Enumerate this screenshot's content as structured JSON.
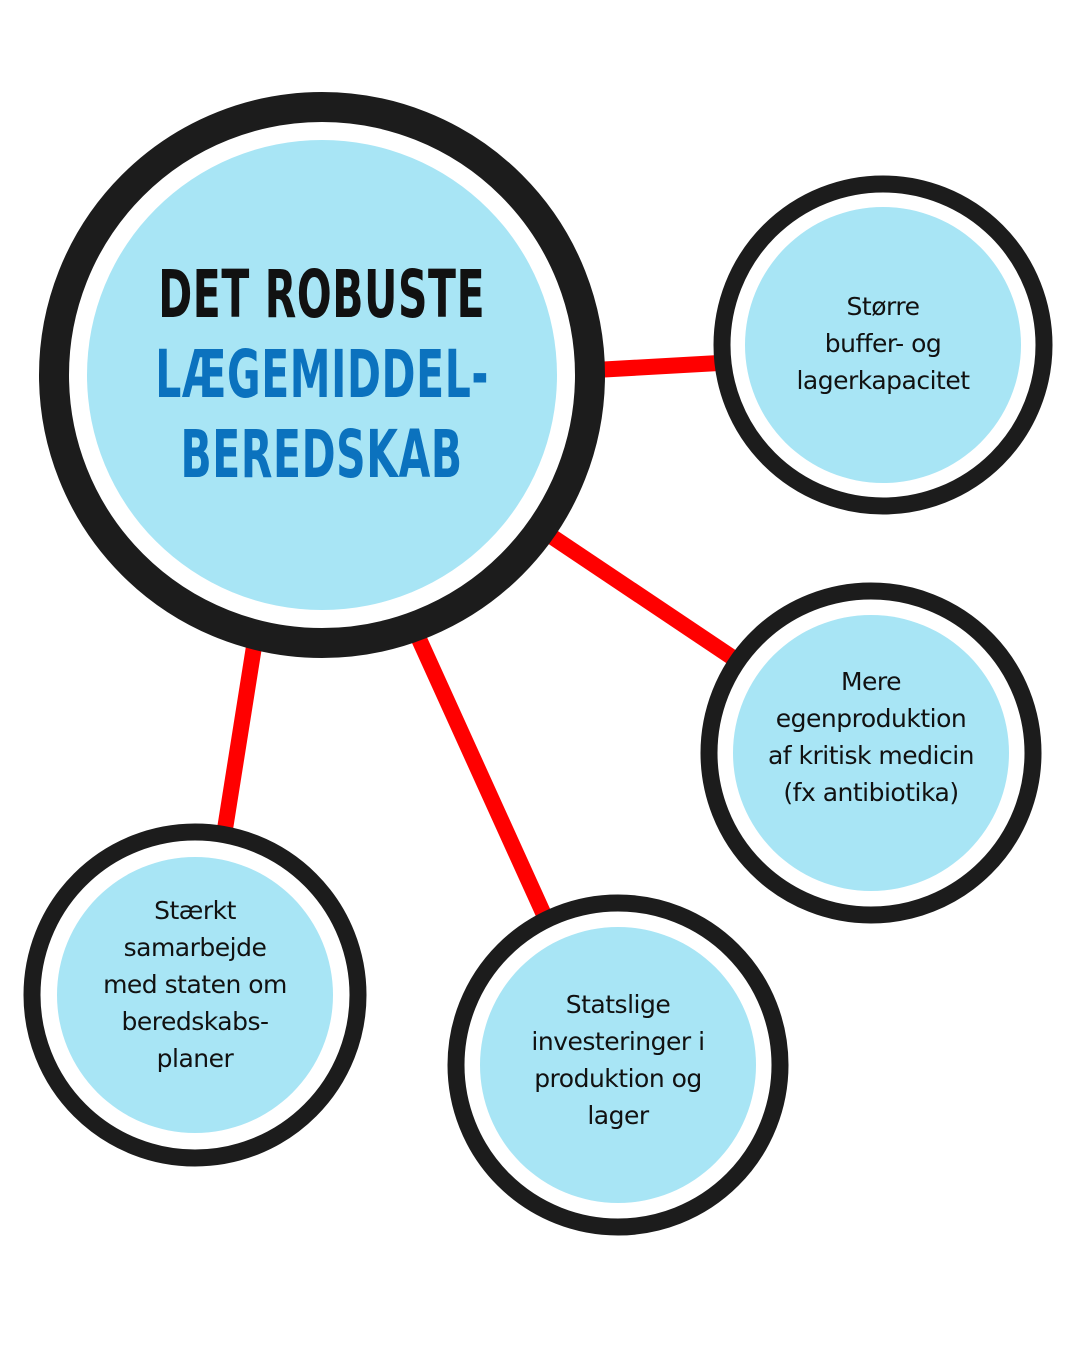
{
  "colors": {
    "ring": "#1c1c1c",
    "fill": "#a8e5f5",
    "connector": "#ff0000",
    "title_primary": "#111111",
    "title_accent": "#0b72be",
    "body_text": "#111111",
    "background": "#ffffff"
  },
  "center_node": {
    "title_line1": "DET ROBUSTE",
    "title_line2": "LÆGEMIDDEL-",
    "title_line3": "BEREDSKAB"
  },
  "nodes": [
    {
      "id": "buffer",
      "lines": [
        "Større",
        "buffer- og",
        "lagerkapacitet"
      ]
    },
    {
      "id": "egenproduktion",
      "lines": [
        "Mere",
        "egenproduktion",
        "af kritisk medicin",
        "(fx antibiotika)"
      ]
    },
    {
      "id": "samarbejde",
      "lines": [
        "Stærkt",
        "samarbejde",
        "med staten om",
        "beredskabs-",
        "planer"
      ]
    },
    {
      "id": "investeringer",
      "lines": [
        "Statslige",
        "investeringer i",
        "produktion og",
        "lager"
      ]
    }
  ]
}
